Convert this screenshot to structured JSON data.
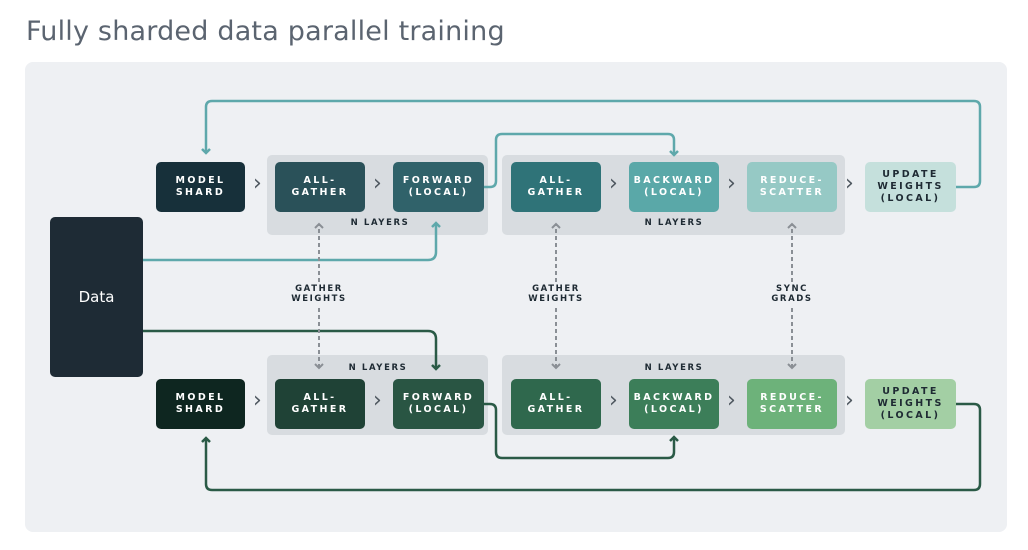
{
  "title": "Fully sharded data parallel training",
  "data_label": "Data",
  "colors": {
    "top": [
      "#17303a",
      "#2a5159",
      "#30626a",
      "#2f7378",
      "#5aa8a8",
      "#96c9c5",
      "#c5e0dc"
    ],
    "bottom": [
      "#0e2620",
      "#1f4236",
      "#295543",
      "#2f684d",
      "#3c7e59",
      "#6db27a",
      "#a3cfa4"
    ],
    "wire_top": "#5ea8ab",
    "wire_bottom": "#2a5a46",
    "sync": "#8a8f95"
  },
  "top_row": {
    "model_shard": "MODEL\nSHARD",
    "all_gather_1": "ALL-\nGATHER",
    "forward": "FORWARD\n(LOCAL)",
    "all_gather_2": "ALL-\nGATHER",
    "backward": "BACKWARD\n(LOCAL)",
    "reduce_scatter": "REDUCE-\nSCATTER",
    "update": "UPDATE\nWEIGHTS\n(LOCAL)",
    "n_layers_1": "N LAYERS",
    "n_layers_2": "N LAYERS"
  },
  "bottom_row": {
    "model_shard": "MODEL\nSHARD",
    "all_gather_1": "ALL-\nGATHER",
    "forward": "FORWARD\n(LOCAL)",
    "all_gather_2": "ALL-\nGATHER",
    "backward": "BACKWARD\n(LOCAL)",
    "reduce_scatter": "REDUCE-\nSCATTER",
    "update": "UPDATE\nWEIGHTS\n(LOCAL)",
    "n_layers_1": "N LAYERS",
    "n_layers_2": "N LAYERS"
  },
  "sync_labels": {
    "gather_weights_1": "GATHER\nWEIGHTS",
    "gather_weights_2": "GATHER\nWEIGHTS",
    "sync_grads": "SYNC\nGRADS"
  },
  "chevron": "›"
}
